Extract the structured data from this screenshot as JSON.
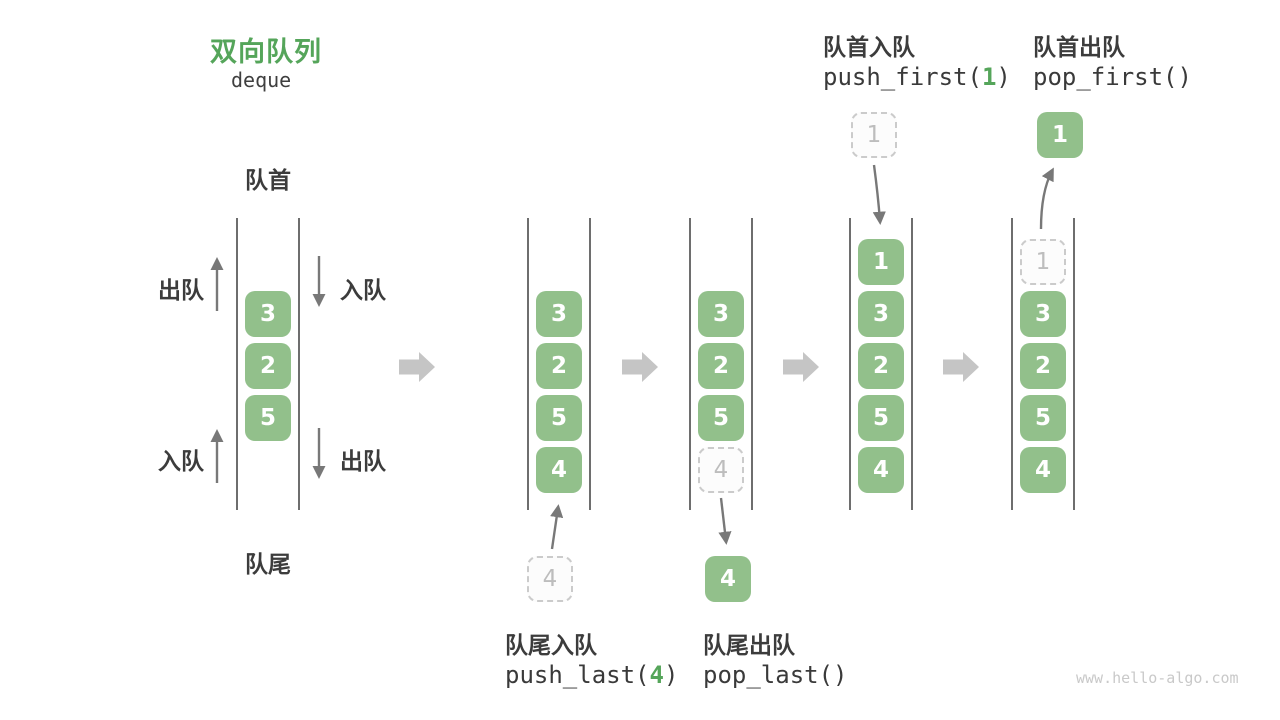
{
  "title": {
    "zh": "双向队列",
    "en": "deque"
  },
  "queue_labels": {
    "front": "队首",
    "rear": "队尾"
  },
  "queue1_ops": {
    "top_left": "出队",
    "top_right": "入队",
    "bottom_left": "入队",
    "bottom_right": "出队"
  },
  "queues": [
    {
      "items": [
        "3",
        "2",
        "5"
      ]
    },
    {
      "items": [
        "3",
        "2",
        "5",
        "4"
      ]
    },
    {
      "items": [
        "3",
        "2",
        "5"
      ],
      "ghost_item": "4"
    },
    {
      "items": [
        "1",
        "3",
        "2",
        "5",
        "4"
      ]
    },
    {
      "items": [
        "3",
        "2",
        "5",
        "4"
      ],
      "ghost_item": "1"
    }
  ],
  "operations": {
    "push_last": {
      "label": "队尾入队",
      "code_prefix": "push_last(",
      "code_arg": "4",
      "code_suffix": ")",
      "floating_value": "4"
    },
    "pop_last": {
      "label": "队尾出队",
      "code": "pop_last()",
      "floating_value": "4"
    },
    "push_first": {
      "label": "队首入队",
      "code_prefix": "push_first(",
      "code_arg": "1",
      "code_suffix": ")",
      "floating_value": "1"
    },
    "pop_first": {
      "label": "队首出队",
      "code": "pop_first()",
      "floating_value": "1"
    }
  },
  "watermark": "www.hello-algo.com",
  "colors": {
    "box_green": "#92C08B",
    "accent_green": "#55A55A",
    "text_dark": "#3C3C3C",
    "code_dark": "#3A3A3A",
    "ghost_border": "#CBCBCB",
    "ghost_text": "#BDBDBD",
    "ghost_fill": "#FCFCFC",
    "wall": "#4A4A4A",
    "small_arrow": "#787878",
    "block_arrow": "#C5C5C5",
    "watermark": "#C9C9C9"
  }
}
